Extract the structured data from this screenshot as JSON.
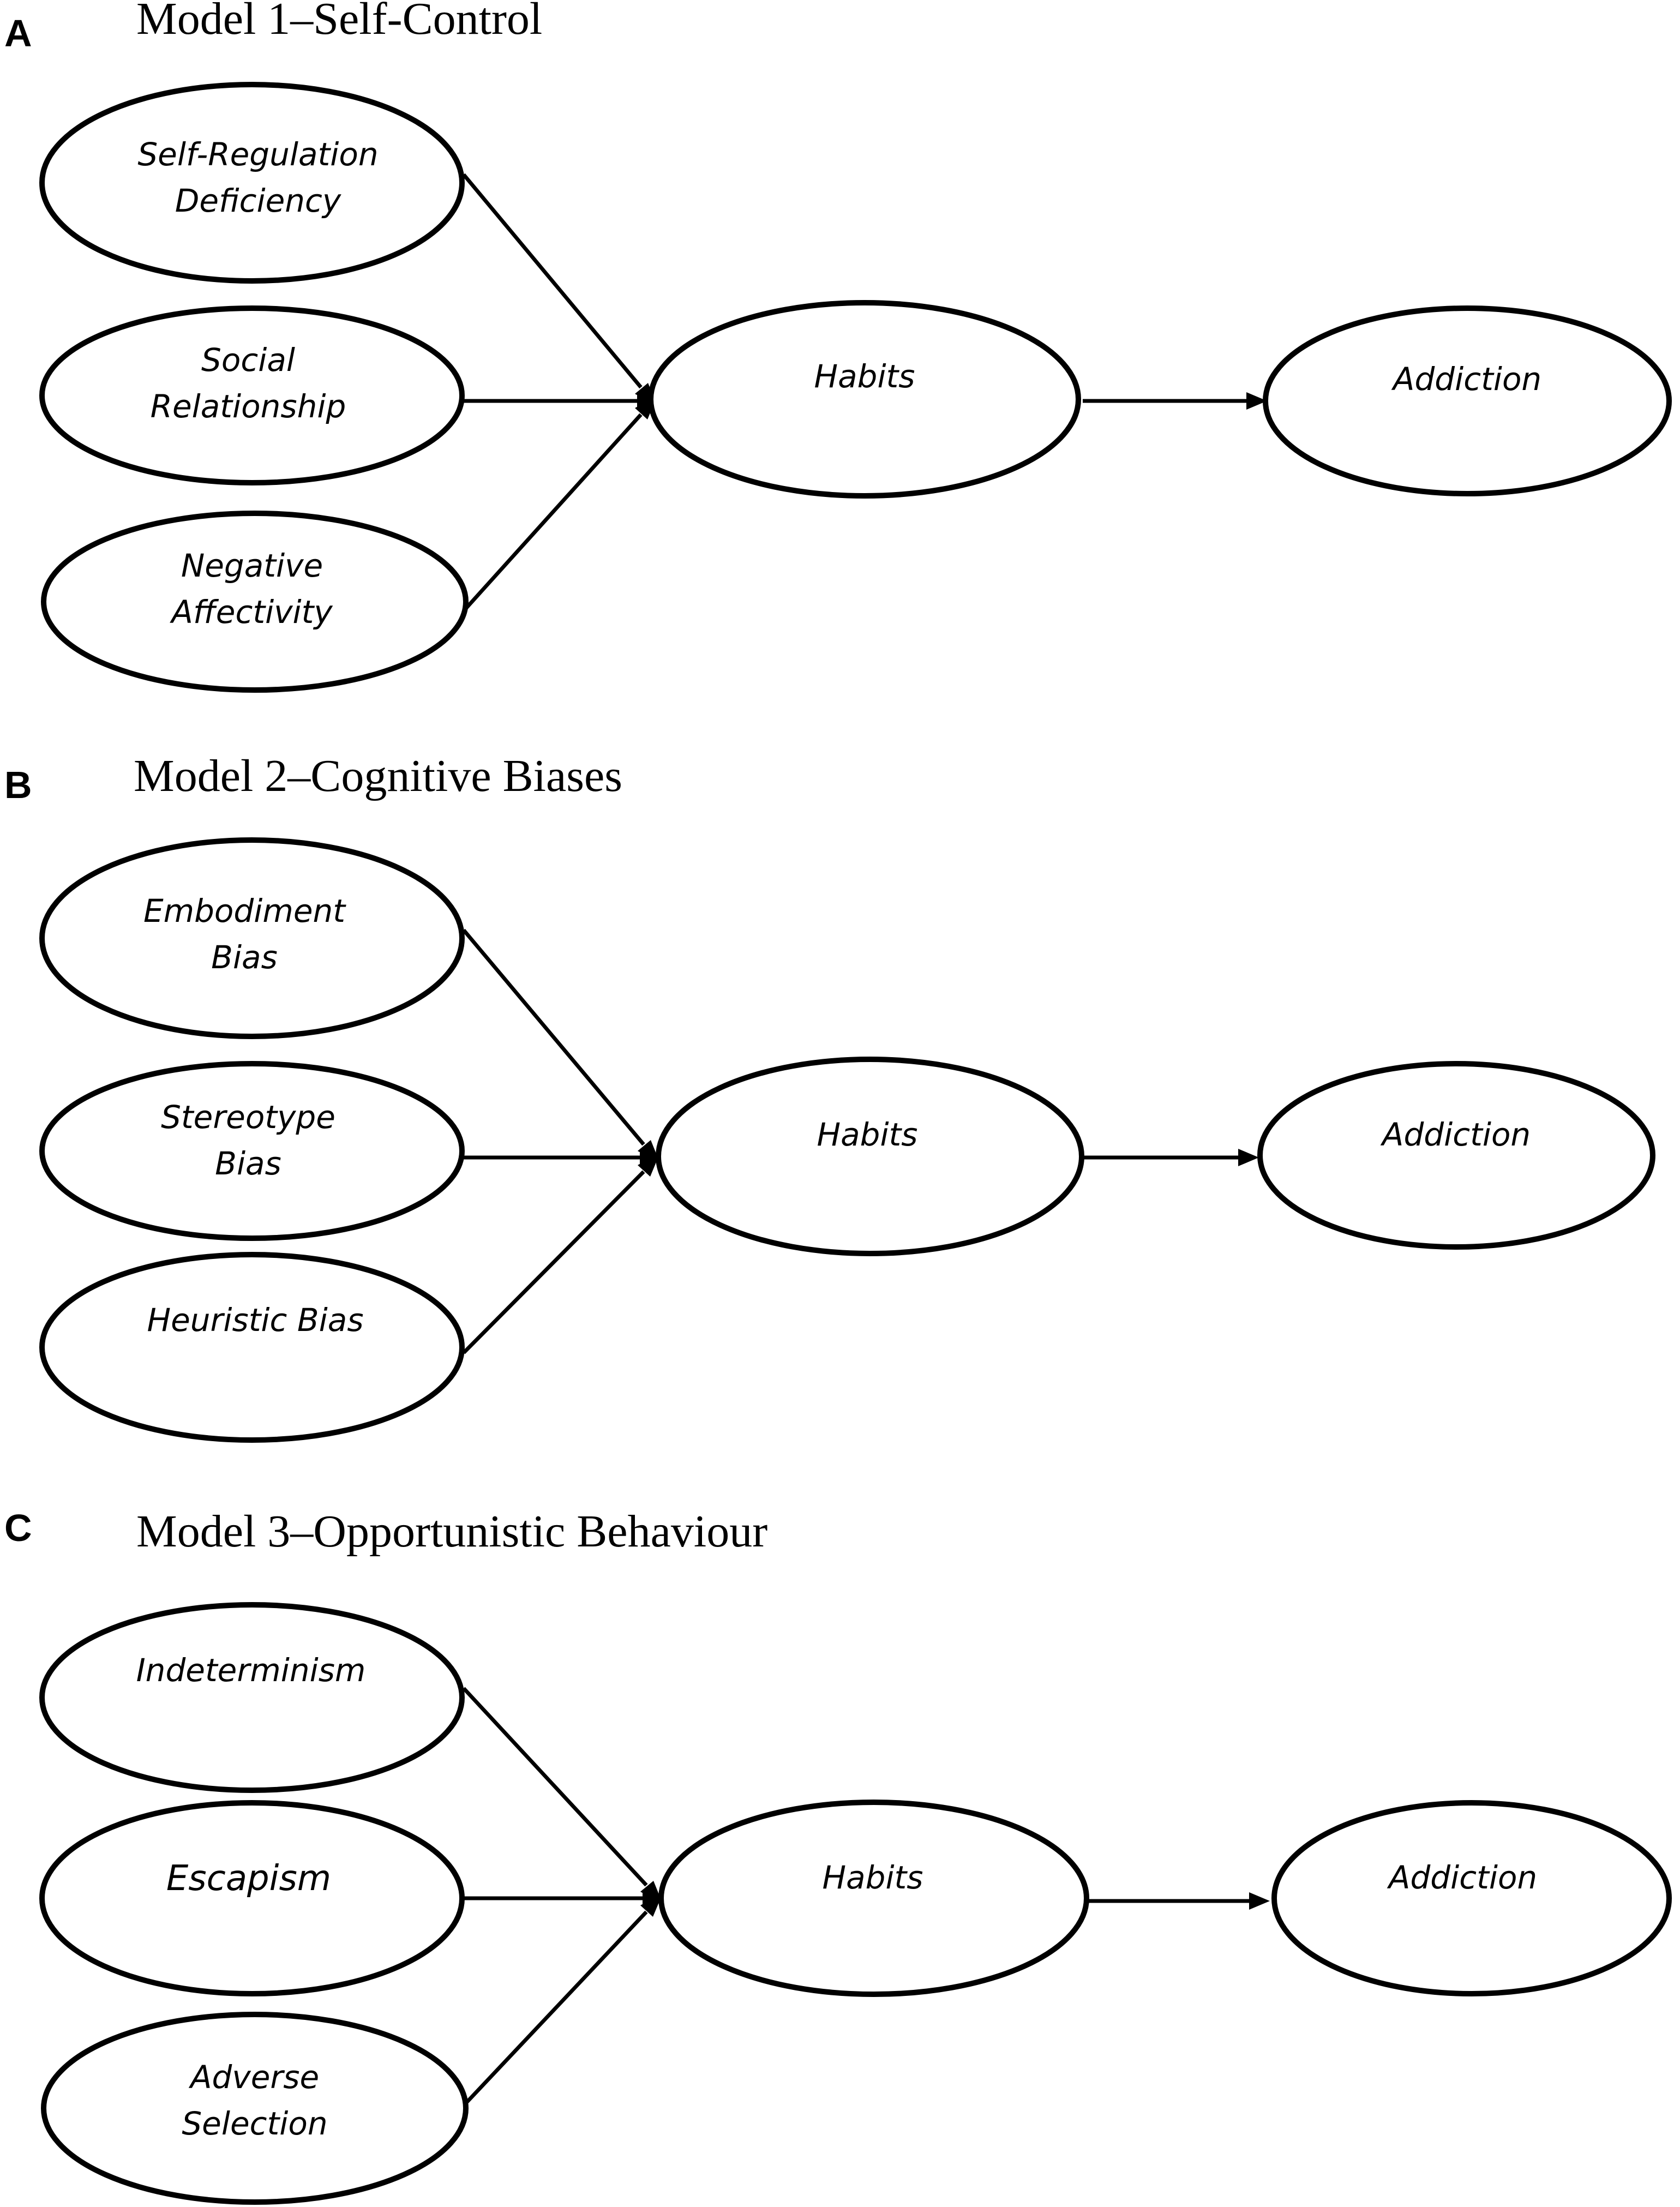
{
  "panels": [
    {
      "letter": "A",
      "title": "Model 1–Self-Control",
      "inputs": [
        {
          "lines": [
            "Self-Regulation",
            "Deficiency"
          ]
        },
        {
          "lines": [
            "Social",
            "Relationship"
          ]
        },
        {
          "lines": [
            "Negative",
            "Affectivity"
          ]
        }
      ],
      "mediator": "Habits",
      "outcome": "Addiction"
    },
    {
      "letter": "B",
      "title": "Model 2–Cognitive Biases",
      "inputs": [
        {
          "lines": [
            "Embodiment",
            "Bias"
          ]
        },
        {
          "lines": [
            "Stereotype",
            "Bias"
          ]
        },
        {
          "lines": [
            "Heuristic Bias"
          ]
        }
      ],
      "mediator": "Habits",
      "outcome": "Addiction"
    },
    {
      "letter": "C",
      "title": "Model 3–Opportunistic Behaviour",
      "inputs": [
        {
          "lines": [
            "Indeterminism"
          ]
        },
        {
          "lines": [
            "Escapism"
          ]
        },
        {
          "lines": [
            "Adverse",
            "Selection"
          ]
        }
      ],
      "mediator": "Habits",
      "outcome": "Addiction"
    }
  ]
}
